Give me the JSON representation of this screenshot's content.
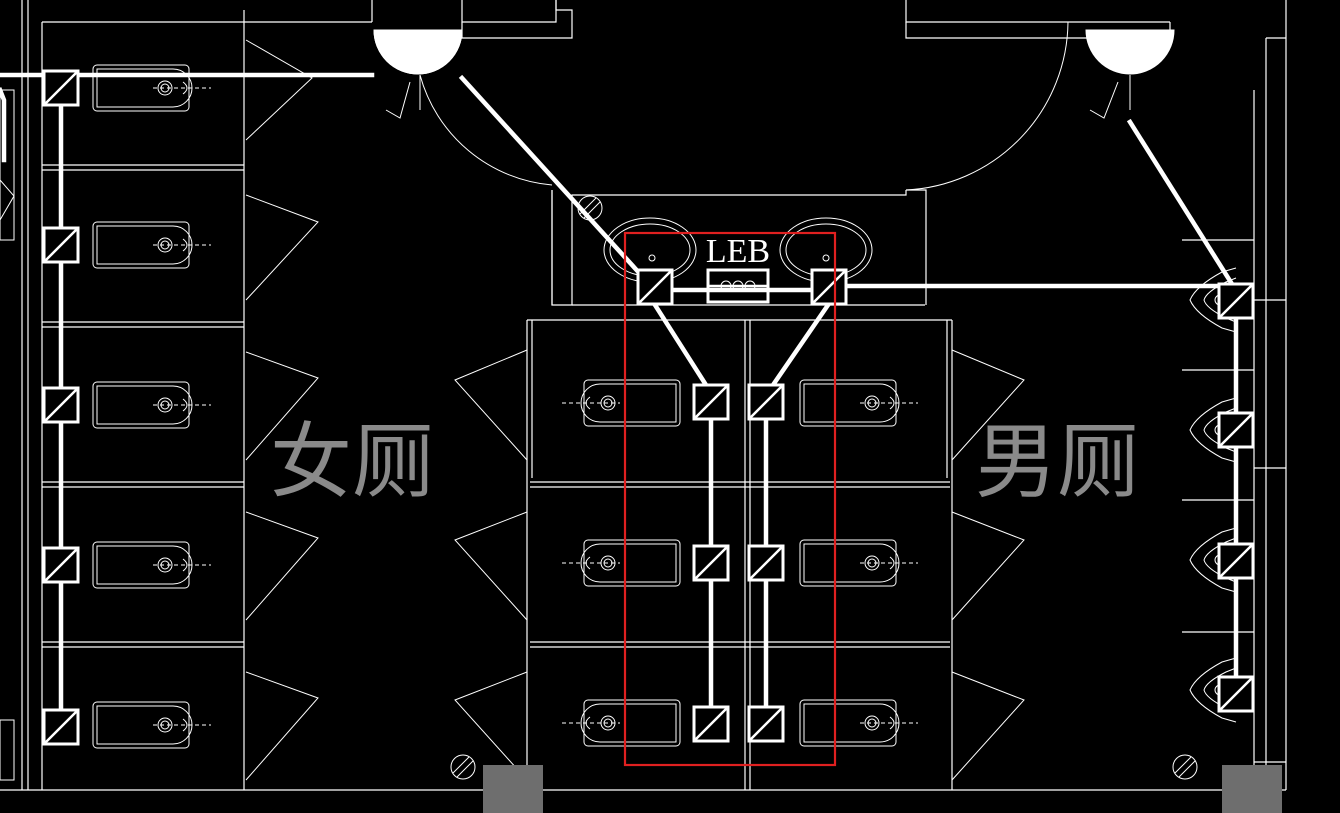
{
  "drawing": {
    "rooms": {
      "womens": "女厕",
      "mens": "男厕"
    },
    "equipment": {
      "leb_box": "LEB"
    },
    "colors": {
      "background": "#000000",
      "linework": "#ffffff",
      "highlight": "#e02020",
      "label_gray": "#8a8a8a",
      "column_fill": "#6e6e6e"
    }
  }
}
